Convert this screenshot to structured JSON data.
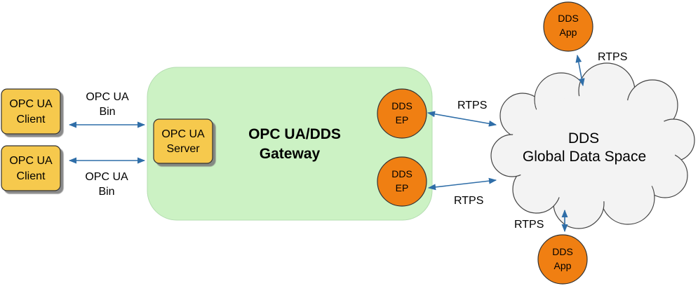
{
  "clients": [
    {
      "line1": "OPC UA",
      "line2": "Client"
    },
    {
      "line1": "OPC UA",
      "line2": "Client"
    }
  ],
  "links": {
    "top": {
      "line1": "OPC UA",
      "line2": "Bin"
    },
    "bottom": {
      "line1": "OPC UA",
      "line2": "Bin"
    }
  },
  "gateway": {
    "title_line1": "OPC UA/DDS",
    "title_line2": "Gateway",
    "server": {
      "line1": "OPC UA",
      "line2": "Server"
    },
    "endpoints": [
      {
        "line1": "DDS",
        "line2": "EP"
      },
      {
        "line1": "DDS",
        "line2": "EP"
      }
    ]
  },
  "cloud": {
    "line1": "DDS",
    "line2": "Global Data Space"
  },
  "apps": [
    {
      "line1": "DDS",
      "line2": "App"
    },
    {
      "line1": "DDS",
      "line2": "App"
    }
  ],
  "rtps_labels": [
    "RTPS",
    "RTPS",
    "RTPS",
    "RTPS"
  ],
  "colors": {
    "client_fill": "#f6c94d",
    "gateway_fill": "#ccf2c4",
    "dds_fill": "#f07f12",
    "arrow": "#2f6ea8"
  }
}
